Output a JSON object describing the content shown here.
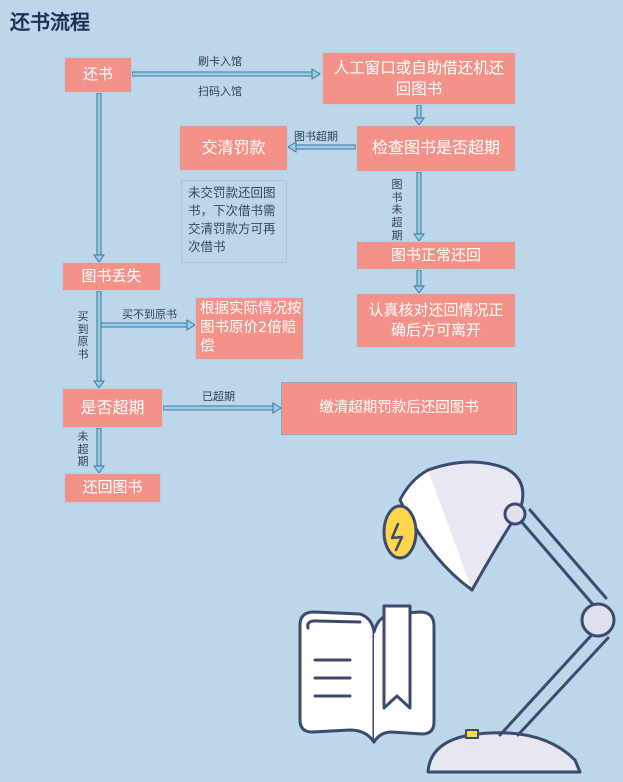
{
  "title": "还书流程",
  "nodes": {
    "return_book": "还书",
    "machine": "人工窗口或自助借还机还回图书",
    "pay_fine": "交清罚款",
    "check_overdue": "检查图书是否超期",
    "normal_return": "图书正常还回",
    "verify": "认真核对还回情况正确后方可离开",
    "book_lost": "图书丢失",
    "compensate": "根据实际情况按图书原价2倍赔偿",
    "is_overdue": "是否超期",
    "pay_overdue_return": "缴清超期罚款后还回图书",
    "return_final": "还回图书"
  },
  "note": "未交罚款还回图书，下次借书需交清罚款方可再次借书",
  "edge_labels": {
    "swipe_card": "刷卡入馆",
    "scan_code": "扫码入馆",
    "book_overdue": "图书超期",
    "book_not_overdue": "图书未超期",
    "cannot_buy": "买不到原书",
    "bought": "买到原书",
    "already_overdue": "已超期",
    "not_overdue": "未超期"
  },
  "colors": {
    "node_fill": "#f4928a",
    "background": "#bcd6ea",
    "arrow_fill": "#8fd3ea",
    "arrow_stroke": "#5a7fa6"
  }
}
